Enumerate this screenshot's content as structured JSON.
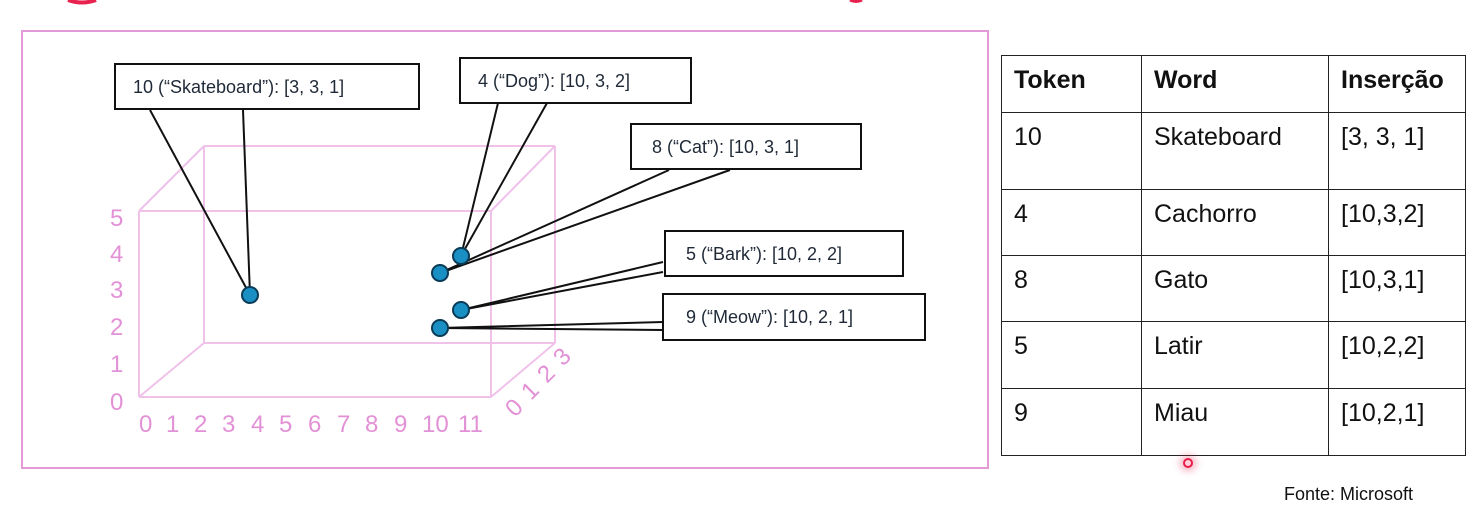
{
  "diagram": {
    "callouts": [
      {
        "id": "skateboard",
        "text": "10 (“Skateboard”): [3, 3, 1]"
      },
      {
        "id": "dog",
        "text": "4 (“Dog”): [10, 3, 2]"
      },
      {
        "id": "cat",
        "text": "8 (“Cat”): [10, 3, 1]"
      },
      {
        "id": "bark",
        "text": "5 (“Bark”): [10, 2, 2]"
      },
      {
        "id": "meow",
        "text": "9 (“Meow”): [10, 2, 1]"
      }
    ],
    "x_ticks": [
      "0",
      "1",
      "2",
      "3",
      "4",
      "5",
      "6",
      "7",
      "8",
      "9",
      "10",
      "11"
    ],
    "y_ticks": [
      "0",
      "1",
      "2",
      "3",
      "4",
      "5"
    ],
    "z_ticks": [
      "0",
      "1",
      "2",
      "3"
    ],
    "colors": {
      "axis": "#e391d6",
      "box": "#f0c2ea",
      "point": "#1a8fc4",
      "frame": "#e39ad8"
    }
  },
  "table": {
    "headers": [
      "Token",
      "Word",
      "Inserção"
    ],
    "rows": [
      [
        "10",
        "Skateboard",
        "[3, 3, 1]"
      ],
      [
        "4",
        "Cachorro",
        "[10,3,2]"
      ],
      [
        "8",
        "Gato",
        "[10,3,1]"
      ],
      [
        "5",
        "Latir",
        "[10,2,2]"
      ],
      [
        "9",
        "Miau",
        "[10,2,1]"
      ]
    ]
  },
  "source": "Fonte: Microsoft"
}
